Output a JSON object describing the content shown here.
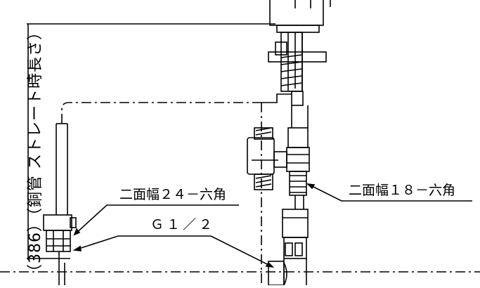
{
  "labels": {
    "steel_pipe_length": "（386）（銅管 ストレート時長さ）",
    "hex_24": "二面幅２４－六角",
    "hex_18": "二面幅１８－六角",
    "thread_g12": "Ｇ１／２"
  }
}
